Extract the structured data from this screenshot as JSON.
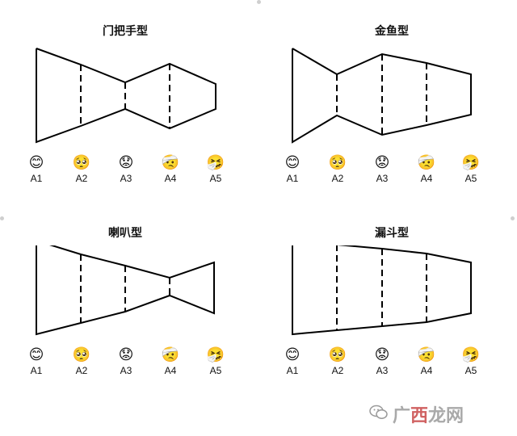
{
  "panels": [
    {
      "title": "门把手型",
      "labels": [
        "A1",
        "A2",
        "A3",
        "A4",
        "A5"
      ]
    },
    {
      "title": "金鱼型",
      "labels": [
        "A1",
        "A2",
        "A3",
        "A4",
        "A5"
      ]
    },
    {
      "title": "喇叭型",
      "labels": [
        "A1",
        "A2",
        "A3",
        "A4",
        "A5"
      ]
    },
    {
      "title": "漏斗型",
      "labels": [
        "A1",
        "A2",
        "A3",
        "A4",
        "A5"
      ]
    }
  ],
  "emojis": [
    "😊",
    "🥺",
    "😟",
    "🤕",
    "🤧"
  ],
  "watermark": {
    "text_before": "广",
    "text_accent": "西",
    "text_after": "龙网"
  },
  "colors": {
    "stroke": "#000000",
    "watermark_gray": "#a0a0a0",
    "watermark_red": "#c84646"
  }
}
